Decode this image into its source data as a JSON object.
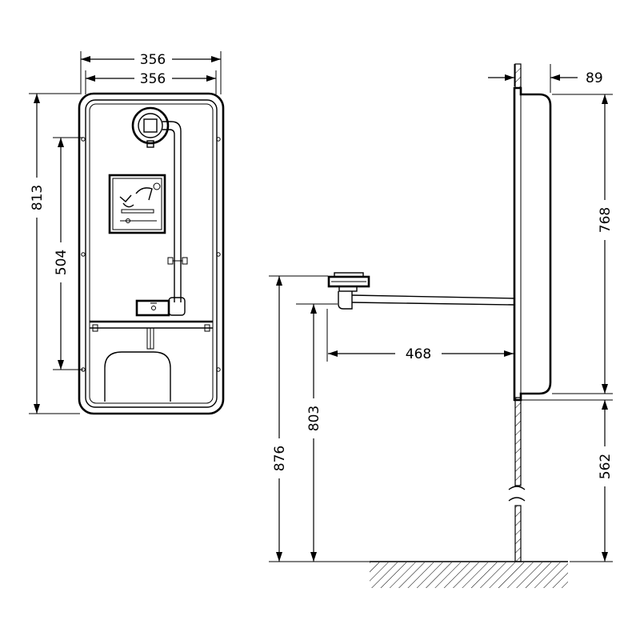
{
  "drawing": {
    "front_view": {
      "width_outer": "356",
      "width_inner": "356",
      "height_total": "813",
      "height_upper": "504"
    },
    "side_view": {
      "depth": "89",
      "cabinet_height": "768",
      "arm_reach": "468",
      "nozzle_height": "876",
      "outlet_height": "803",
      "bottom_height": "562"
    }
  },
  "colors": {
    "line": "#000000",
    "background": "#ffffff"
  }
}
